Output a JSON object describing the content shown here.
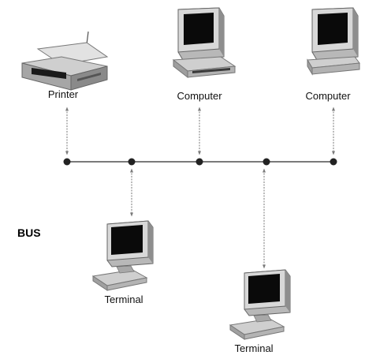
{
  "topology_label": "BUS",
  "devices": {
    "printer": {
      "label": "Printer",
      "icon": "printer-icon"
    },
    "computer_1": {
      "label": "Computer",
      "icon": "computer-icon"
    },
    "computer_2": {
      "label": "Computer",
      "icon": "computer-icon"
    },
    "terminal_1": {
      "label": "Terminal",
      "icon": "terminal-icon"
    },
    "terminal_2": {
      "label": "Terminal",
      "icon": "terminal-icon"
    }
  },
  "colors": {
    "line": "#7a7a7a",
    "node": "#222222",
    "screen": "#0a0a0a",
    "body_light": "#d9d9d9",
    "body_mid": "#a9a9a9",
    "body_dark": "#6f6f6f"
  }
}
